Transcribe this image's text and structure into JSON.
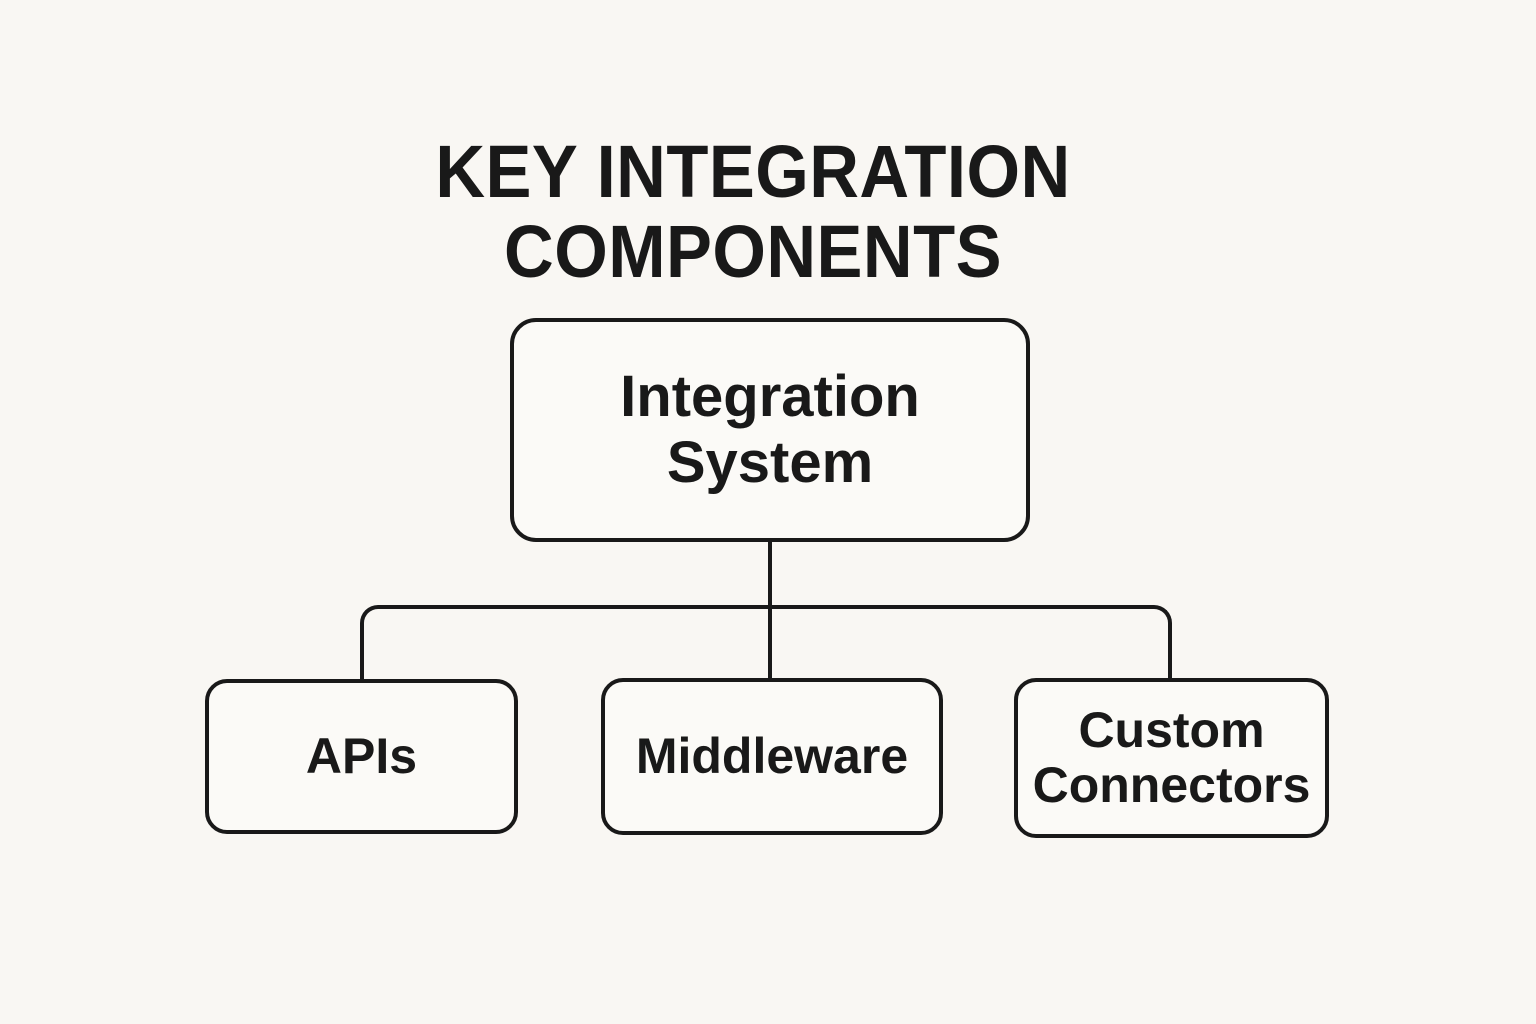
{
  "page": {
    "colors": {
      "background": "#f9f7f3",
      "box_fill": "#fbfaf7",
      "line": "#191919",
      "text": "#191919"
    }
  },
  "title": {
    "text": "KEY INTEGRATION COMPONENTS"
  },
  "diagram": {
    "root": {
      "label": "Integration System"
    },
    "children": [
      {
        "label": "APIs"
      },
      {
        "label": "Middleware"
      },
      {
        "label": "Custom Connectors"
      }
    ]
  }
}
